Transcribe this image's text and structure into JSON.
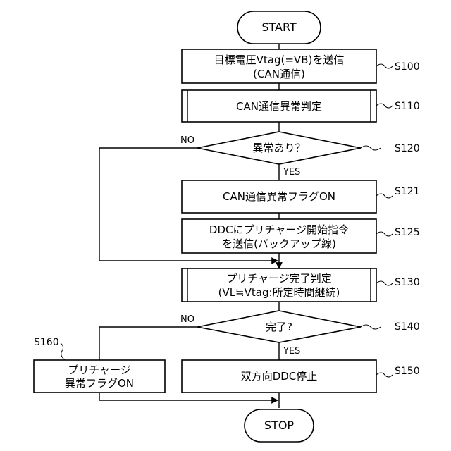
{
  "nodes": {
    "start": {
      "label": "START"
    },
    "s100": {
      "step": "S100",
      "lines": [
        "目標電圧Vtag(=VB)を送信",
        "(CAN通信)"
      ]
    },
    "s110": {
      "step": "S110",
      "lines": [
        "CAN通信異常判定"
      ]
    },
    "s120": {
      "step": "S120",
      "lines": [
        "異常あり？"
      ],
      "yes": "YES",
      "no": "NO"
    },
    "s121": {
      "step": "S121",
      "lines": [
        "CAN通信異常フラグON"
      ]
    },
    "s125": {
      "step": "S125",
      "lines": [
        "DDCにプリチャージ開始指令",
        "を送信(バックアップ線)"
      ]
    },
    "s130": {
      "step": "S130",
      "lines": [
        "プリチャージ完了判定",
        "(VL≒Vtag:所定時間継続)"
      ]
    },
    "s140": {
      "step": "S140",
      "lines": [
        "完了?"
      ],
      "yes": "YES",
      "no": "NO"
    },
    "s150": {
      "step": "S150",
      "lines": [
        "双方向DDC停止"
      ]
    },
    "s160": {
      "step": "S160",
      "lines": [
        "プリチャージ",
        "異常フラグON"
      ]
    },
    "stop": {
      "label": "STOP"
    }
  }
}
